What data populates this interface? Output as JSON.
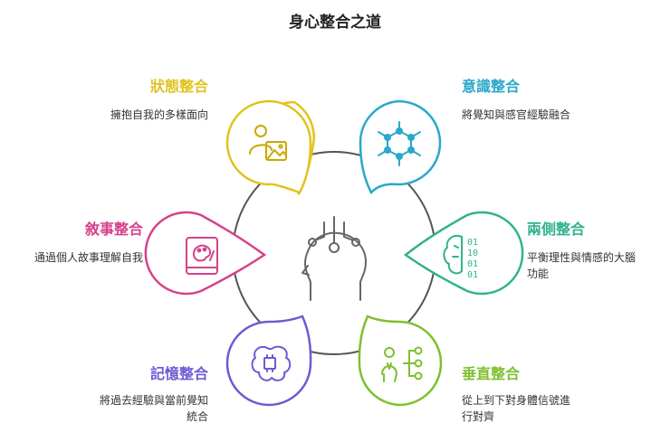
{
  "title": "身心整合之道",
  "center_icon": "head-with-circuit-icon",
  "items": [
    {
      "key": "state",
      "title": "狀態整合",
      "desc": "擁抱自我的多樣面向",
      "color": "#e0c31e",
      "icon": "person-image-icon"
    },
    {
      "key": "conscious",
      "title": "意識整合",
      "desc": "將覺知與感官經驗融合",
      "color": "#2aa8c9",
      "icon": "network-hexagon-icon"
    },
    {
      "key": "narrative",
      "title": "敘事整合",
      "desc": "通過個人故事理解自我",
      "color": "#d6418a",
      "icon": "palette-book-icon"
    },
    {
      "key": "bilateral",
      "title": "兩側整合",
      "desc": "平衡理性與情感的大腦功能",
      "desc_lines": [
        "平衡理性與情感的大腦",
        "功能"
      ],
      "color": "#2fb38c",
      "icon": "brain-binary-icon"
    },
    {
      "key": "memory",
      "title": "記憶整合",
      "desc": "將過去經驗與當前覺知統合",
      "desc_lines": [
        "將過去經驗與當前覺知",
        "統合"
      ],
      "color": "#6b5bd2",
      "icon": "brain-chip-icon"
    },
    {
      "key": "vertical",
      "title": "垂直整合",
      "desc": "從上到下對身體信號進行對齊",
      "desc_lines": [
        "從上到下對身體信號進",
        "行對齊"
      ],
      "color": "#7fbf2e",
      "icon": "person-hierarchy-icon"
    }
  ]
}
